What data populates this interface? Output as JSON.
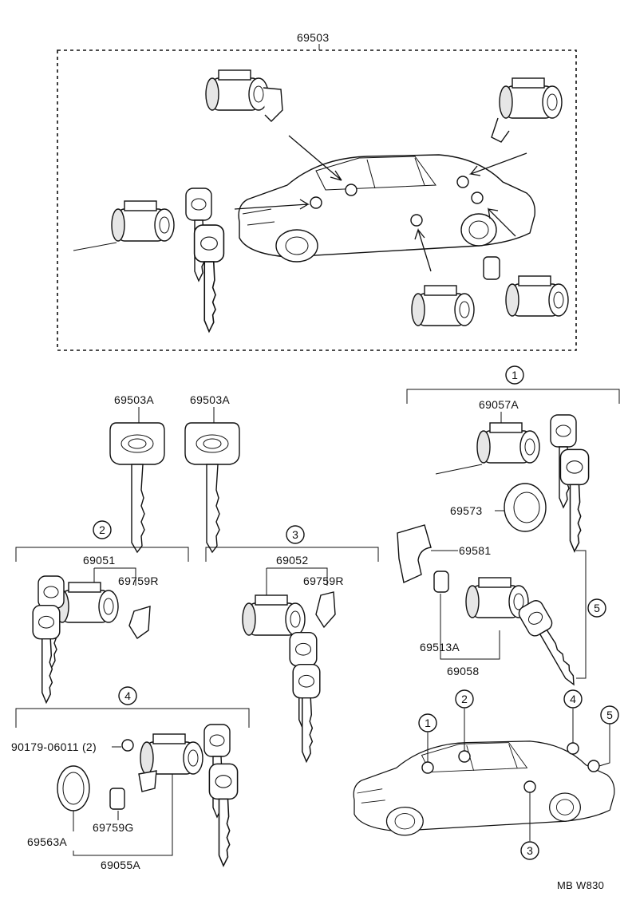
{
  "main_group": {
    "part_number": "69503"
  },
  "keys": [
    {
      "part_number": "69503A"
    },
    {
      "part_number": "69503A"
    }
  ],
  "group_1": {
    "callout": "1",
    "parts": [
      "69057A",
      "69573",
      "69581",
      "69513A",
      "69058"
    ]
  },
  "group_2": {
    "callout": "2",
    "parts": [
      "69051",
      "69759R"
    ]
  },
  "group_3": {
    "callout": "3",
    "parts": [
      "69052",
      "69759R"
    ]
  },
  "group_4": {
    "callout": "4",
    "parts": [
      "90179-06011 (2)",
      "69563A",
      "69759G",
      "69055A"
    ]
  },
  "group_5": {
    "callout": "5"
  },
  "locator": {
    "callouts": [
      "1",
      "2",
      "3",
      "4",
      "5"
    ]
  },
  "diagram_code": "MB W830"
}
